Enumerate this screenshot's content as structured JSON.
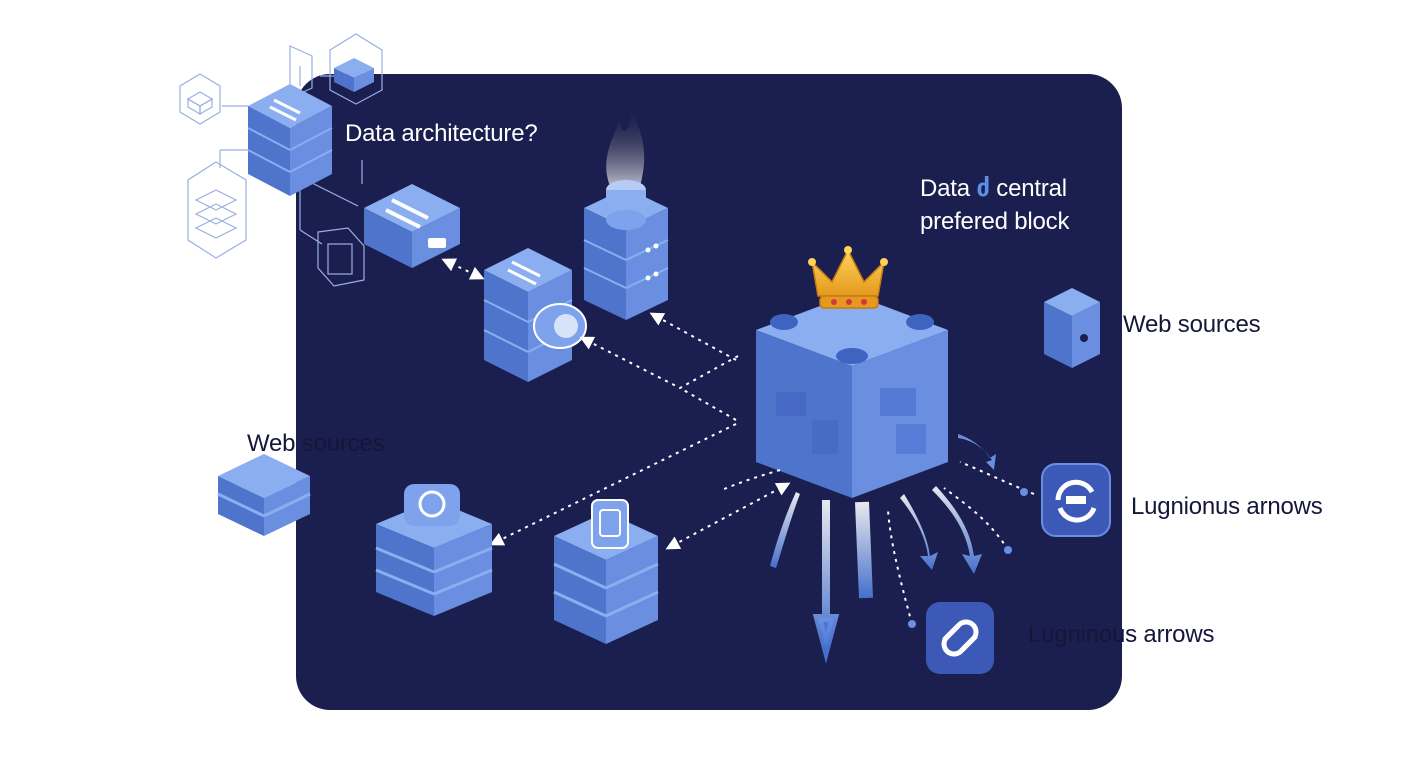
{
  "colors": {
    "panel": "#1b1f4f",
    "block_top": "#8aaef0",
    "block_side": "#5b82d8",
    "block_dark": "#3f63c0",
    "outline": "#9ab0e2",
    "crown": "#f2b434",
    "text_light": "#ffffff",
    "text_dark": "#15163a"
  },
  "labels": {
    "data_architecture": "Data architecture?",
    "central_prefix": "Data",
    "central_glyph": "ძ",
    "central_suffix": "central",
    "central_line2": "prefered block",
    "web_sources_left": "Web sources",
    "web_sources_right": "Web sources",
    "lugnionus_arrows": "Lugnionus arnows",
    "lugninous_arrows": "Lugninous arrows"
  },
  "icons": [
    "database-stack-icon",
    "server-rack-icon",
    "flame-icon",
    "crown-icon",
    "central-block-icon",
    "sync-icon",
    "link-icon",
    "wireframe-cube-icon"
  ]
}
